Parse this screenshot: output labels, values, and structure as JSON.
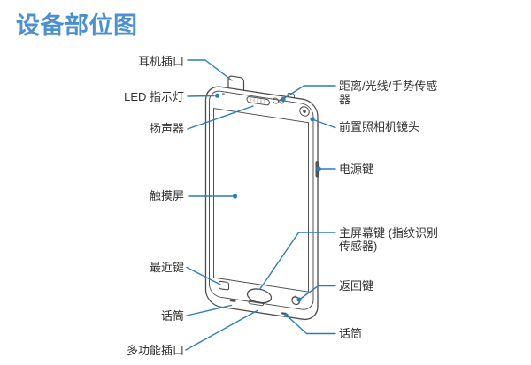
{
  "page": {
    "title": "设备部位图"
  },
  "colors": {
    "title_blue": "#4a90d2",
    "leader_line_blue": "#2d7cc0",
    "label_text": "#333333",
    "phone_line": "#4b4b4b",
    "background": "#ffffff"
  },
  "diagram": {
    "type": "device-parts-diagram",
    "labels": {
      "earphone_jack": "耳机插口",
      "led_indicator": "LED 指示灯",
      "speaker": "扬声器",
      "touch_screen": "触摸屏",
      "recents_key": "最近键",
      "microphone_bottom_left": "话筒",
      "multipurpose_jack": "多功能插口",
      "proximity_light_gesture_sensor": "距离/光线/手势传感\n器",
      "front_camera_lens": "前置照相机镜头",
      "power_key": "电源键",
      "home_key_fingerprint_sensor": "主屏幕键 (指纹识别\n传感器)",
      "back_key": "返回键",
      "microphone_bottom_right": "话筒"
    }
  }
}
